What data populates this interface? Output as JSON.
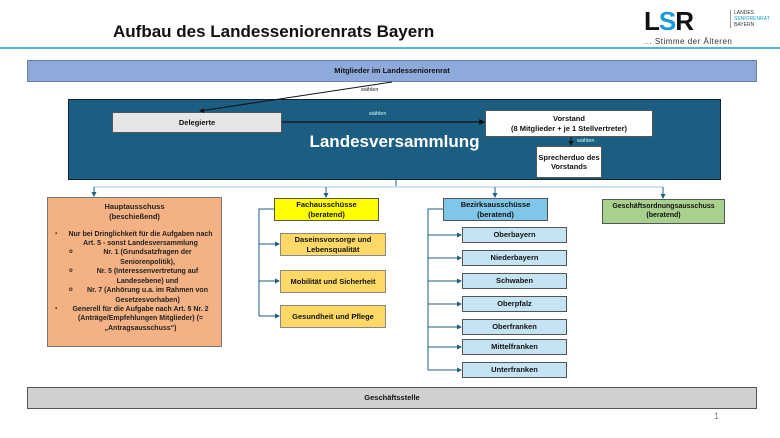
{
  "title": "Aufbau des Landesseniorenrats Bayern",
  "logo": {
    "mark_l": "L",
    "mark_s": "S",
    "mark_r": "R",
    "line1": "LANDES",
    "line2": "SENIORENRAT",
    "line3": "BAYERN",
    "tagline": "... Stimme der Älteren"
  },
  "mitglieder": "Mitglieder im Landesseniorenrat",
  "waehlen": "wählen",
  "landesversammlung": {
    "label": "Landesversammlung",
    "delegierte": "Delegierte",
    "vorstand_1": "Vorstand",
    "vorstand_2": "(8 Mitglieder + je 1 Stellvertreter)",
    "sprecher": "Sprecherduo des Vorstands"
  },
  "hauptausschuss": {
    "title": "Hauptausschuss",
    "sub": "(beschießend)",
    "b1_pre": "Nur bei ",
    "b1_bold": "Dringlichkeit",
    "b1_post": " für die Aufgaben nach Art. 5  - sonst Landesversammlung",
    "o1": "Nr. 1 (Grundsatzfragen der Seniorenpolitik),",
    "o2": "Nr. 5 (Interessenvertretung auf Landesebene) und",
    "o3": "Nr. 7 (Anhörung u.a. im Rahmen von Gesetzesvorhaben)",
    "b2_bold": "Generell",
    "b2_post": " für die Aufgabe nach Art. 5 Nr. 2 (Anträge/Empfehlungen Mitglieder) (= ",
    "b2_bold2": "„Antragsausschuss“",
    ")": ")"
  },
  "fachausschuesse": {
    "title": "Fachausschüsse",
    "sub": "(beratend)",
    "items": [
      "Daseinsvorsorge und Lebensqualität",
      "Mobilität und Sicherheit",
      "Gesundheit und Pflege"
    ]
  },
  "bezirksausschuesse": {
    "title": "Bezirksausschüsse",
    "sub": "(beratend)",
    "items": [
      "Oberbayern",
      "Niederbayern",
      "Schwaben",
      "Oberpfalz",
      "Oberfranken",
      "Mittelfranken",
      "Unterfranken"
    ]
  },
  "geschaeftsordnung": {
    "title": "Geschäftsordnungsausschuss",
    "sub": "(beratend)"
  },
  "geschaeftsstelle": "Geschäftsstelle",
  "page_number": "1"
}
